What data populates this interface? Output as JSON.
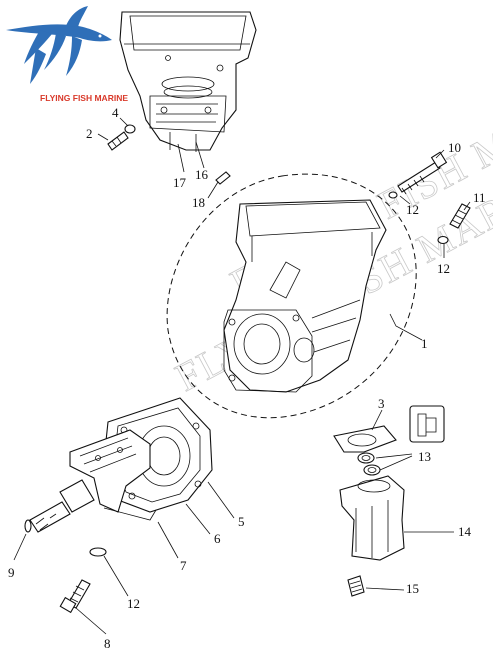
{
  "logo": {
    "text": "FLYING FISH MARINE",
    "fish_color": "#2f6fb8",
    "text_color": "#d93a2b"
  },
  "watermark": {
    "line1": "FLYING FISH MARINE",
    "line2": "FLYING FISH MARINE"
  },
  "callouts": {
    "p1": "1",
    "p2": "2",
    "p3": "3",
    "p4": "4",
    "p5": "5",
    "p6": "6",
    "p7": "7",
    "p8": "8",
    "p9": "9",
    "p10": "10",
    "p11": "11",
    "p12a": "12",
    "p12b": "12",
    "p12c": "12",
    "p13": "13",
    "p14": "14",
    "p15": "15",
    "p16": "16",
    "p17": "17",
    "p18": "18"
  }
}
